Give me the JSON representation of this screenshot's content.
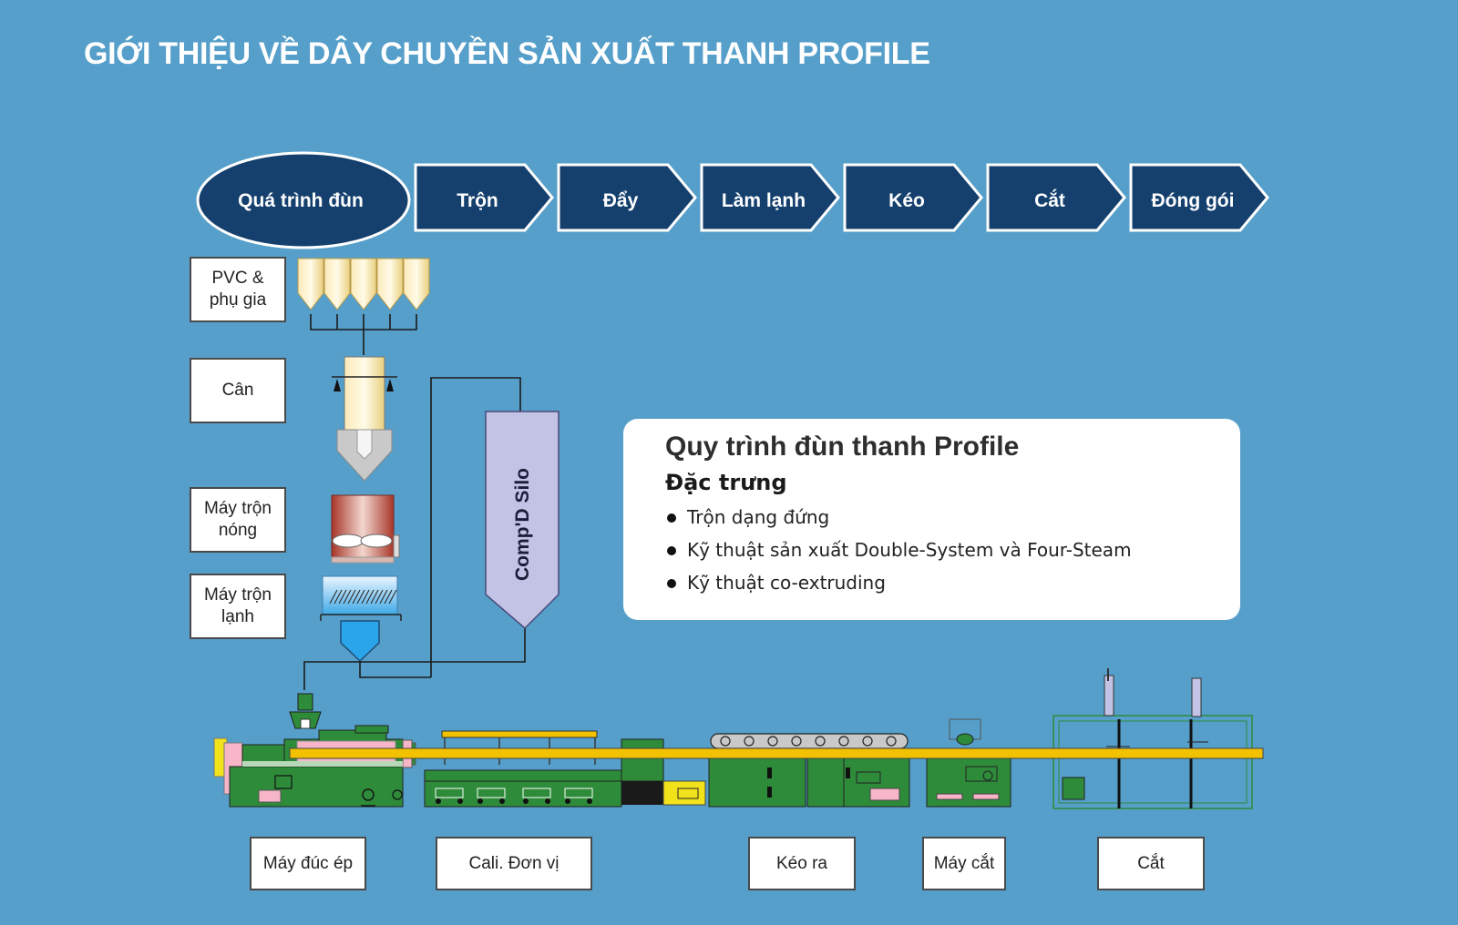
{
  "title": "GIỚI THIỆU VỀ DÂY CHUYỀN SẢN XUẤT THANH PROFILE",
  "process_steps": [
    {
      "label": "Quá trình đùn",
      "shape": "ellipse"
    },
    {
      "label": "Trộn",
      "shape": "arrow"
    },
    {
      "label": "Đẩy",
      "shape": "arrow"
    },
    {
      "label": "Làm lạnh",
      "shape": "arrow"
    },
    {
      "label": "Kéo",
      "shape": "arrow"
    },
    {
      "label": "Cắt",
      "shape": "arrow"
    },
    {
      "label": "Đóng gói",
      "shape": "arrow"
    }
  ],
  "stage_labels": {
    "pvc": "PVC &\nphụ gia",
    "scale": "Cân",
    "hot_mixer": "Máy trộn\nnóng",
    "cold_mixer": "Máy trộn\nlạnh"
  },
  "silo_label": "Comp'D Silo",
  "machine_labels": {
    "extruder": "Máy đúc ép",
    "calibration": "Cali. Đơn vị",
    "haul_off": "Kéo ra",
    "cutter": "Máy cắt",
    "cut": "Cắt"
  },
  "info_card": {
    "title": "Quy trình đùn thanh Profile",
    "subtitle": "Đặc trưng",
    "bullets": [
      "Trộn dạng đứng",
      "Kỹ thuật sản xuất Double-System và Four-Steam",
      "Kỹ thuật co-extruding"
    ]
  },
  "colors": {
    "background": "#569fca",
    "step_fill": "#15406e",
    "machine_green": "#2e8b3a",
    "profile_bar": "#f2c200",
    "silo": "#c3c3e6"
  },
  "icons": [
    "hopper-icon",
    "weigh-hopper-icon",
    "hot-mixer-icon",
    "cold-mixer-icon",
    "funnel-icon",
    "silo-icon",
    "extruder-icon",
    "calibration-table-icon",
    "haul-off-icon",
    "saw-cutter-icon",
    "cutting-table-icon"
  ]
}
